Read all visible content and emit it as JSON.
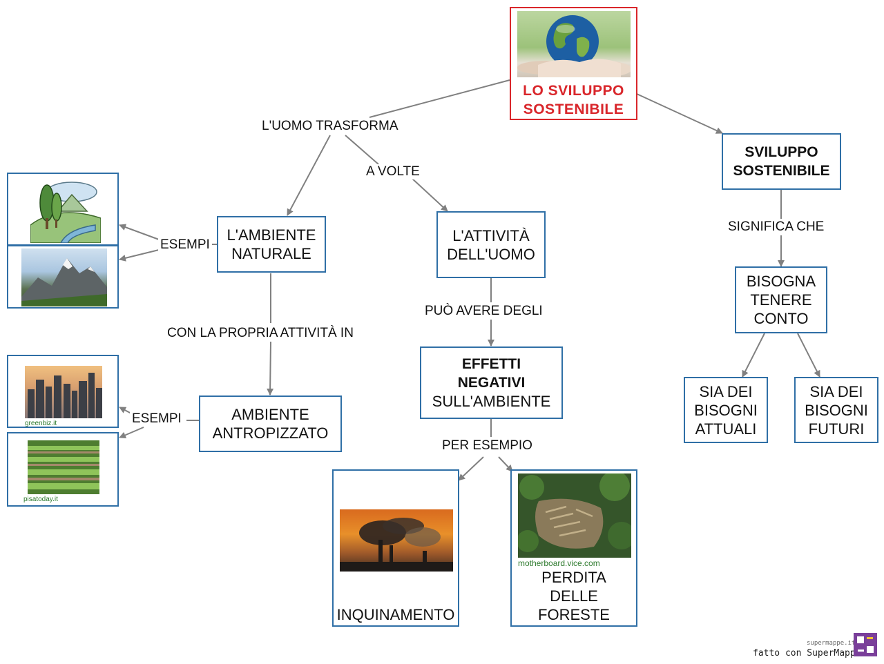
{
  "root": {
    "title": "LO  SVILUPPO\nSOSTENIBILE",
    "image": "globe-in-hands"
  },
  "nodes": {
    "sviluppo": "SVILUPPO\nSOSTENIBILE",
    "ambiente_naturale": "L'AMBIENTE\nNATURALE",
    "attivita_uomo": "L'ATTIVITÀ\nDELL'UOMO",
    "bisogna": "BISOGNA\nTENERE\nCONTO",
    "ambiente_antropizzato": "AMBIENTE\nANTROPIZZATO",
    "effetti_bold": "EFFETTI\nNEGATIVI",
    "effetti_rest": "SULL'AMBIENTE",
    "bisogni_attuali": "SIA DEI\nBISOGNI\nATTUALI",
    "bisogni_futuri": "SIA DEI\nBISOGNI\nFUTURI",
    "inquinamento": "INQUINAMENTO",
    "perdita_foreste": "PERDITA\nDELLE\nFORESTE"
  },
  "links": {
    "uomo_trasforma": "L'UOMO TRASFORMA",
    "a_volte": "A VOLTE",
    "significa_che": "SIGNIFICA CHE",
    "esempi_1": "ESEMPI",
    "esempi_2": "ESEMPI",
    "con_la_propria": "CON LA PROPRIA ATTIVITÀ IN",
    "puo_avere": "PUÒ AVERE DEGLI",
    "per_esempio": "PER ESEMPIO"
  },
  "image_sources": {
    "city": "greenbiz.it",
    "fields": "pisatoday.it",
    "forest": "motherboard.vice.com"
  },
  "images": {
    "landscape": "cartoon-landscape",
    "mountain": "mountain-photo",
    "city": "city-skyline-photo",
    "fields": "vegetable-fields-photo",
    "pollution": "factory-smoke-photo",
    "forest": "deforestation-photo"
  },
  "footer": {
    "site": "supermappe.it",
    "text": "fatto con SuperMappe",
    "logo": "supermappe-logo"
  },
  "colors": {
    "node_border": "#2f6fa6",
    "root_border": "#d9262b",
    "root_text": "#d9262b",
    "arrow": "#808080"
  }
}
